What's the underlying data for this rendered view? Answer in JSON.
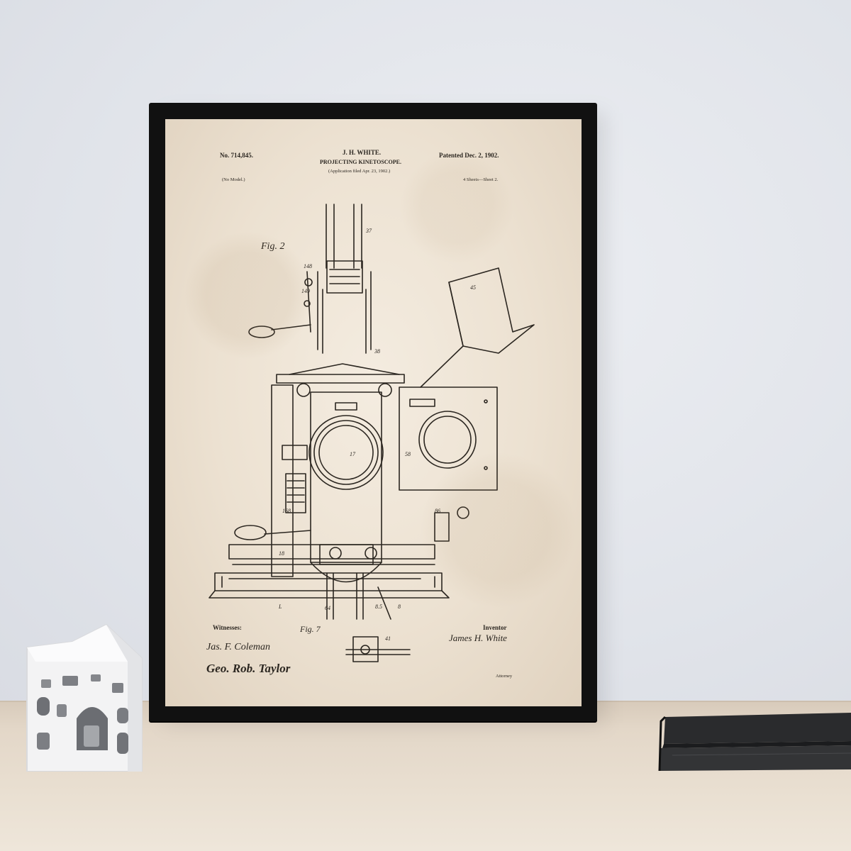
{
  "poster": {
    "patent_number": "No. 714,845.",
    "inventor_header": "J. H. WHITE.",
    "patent_date": "Patented Dec. 2, 1902.",
    "title": "PROJECTING KINETOSCOPE.",
    "application": "(Application filed Apr. 23, 1902.)",
    "model_note": "(No Model.)",
    "sheets": "4 Sheets—Sheet 2.",
    "figure_label": "Fig. 2",
    "figure_label_small": "Fig. 7",
    "witnesses_label": "Witnesses:",
    "inventor_label": "Inventor",
    "inventor_signature": "James H. White",
    "attorney_label": "Attorney",
    "witness_signature_1": "Jas. F. Coleman",
    "witness_signature_2": "Geo. Rob. Taylor"
  },
  "colors": {
    "wall": "#e1e4ea",
    "shelf": "#e6dccd",
    "frame": "#111111",
    "paper": "#efe6d8",
    "ink": "#2b2620"
  }
}
